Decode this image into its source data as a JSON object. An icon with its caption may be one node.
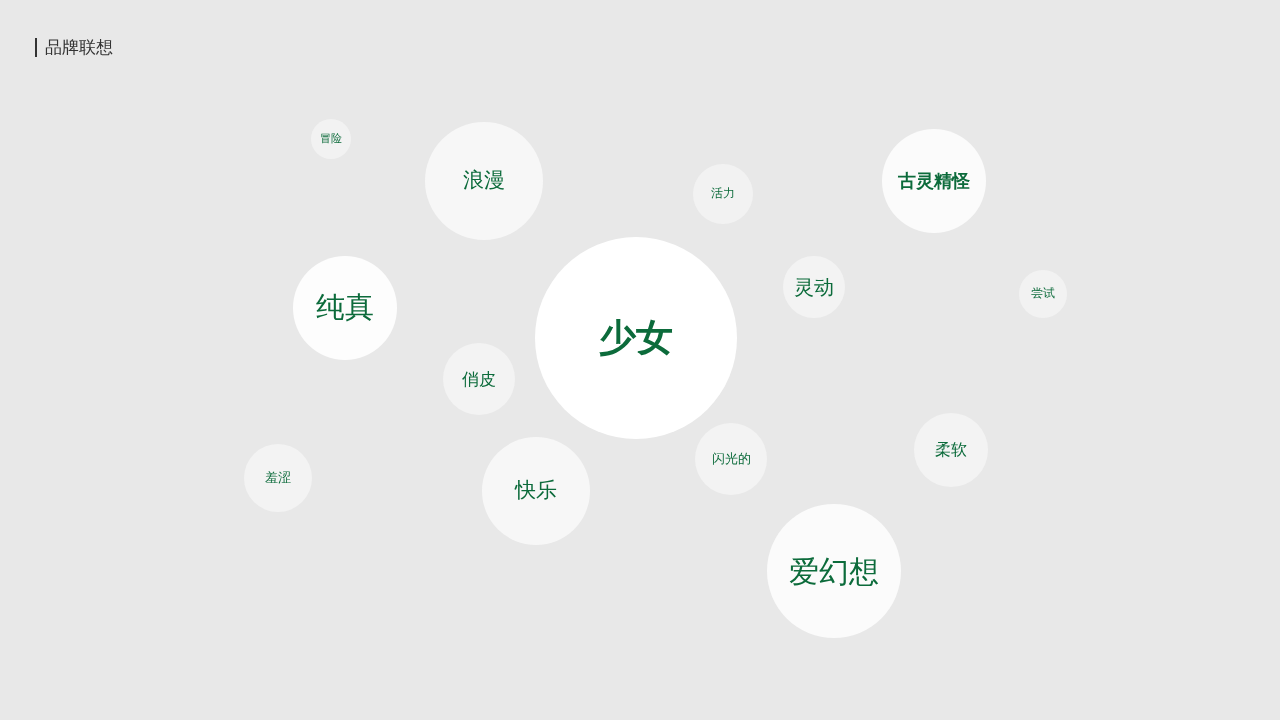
{
  "diagram": {
    "title": "品牌联想",
    "nodes": [
      {
        "text": [
          "冒险"
        ]
      },
      {
        "text": [
          "浪漫"
        ]
      },
      {
        "text": [
          "活力"
        ]
      },
      {
        "text": [
          "古灵精怪"
        ]
      },
      {
        "text": [
          "灵动"
        ]
      },
      {
        "text": [
          "尝试"
        ]
      },
      {
        "text": [
          "纯真"
        ]
      },
      {
        "text": [
          "少女"
        ]
      },
      {
        "text": [
          "俏皮"
        ]
      },
      {
        "text": [
          "闪光的"
        ]
      },
      {
        "text": [
          "柔软"
        ]
      },
      {
        "text": [
          "羞涩"
        ]
      },
      {
        "text": [
          "快乐"
        ]
      },
      {
        "text": [
          "爱幻想"
        ]
      }
    ]
  }
}
